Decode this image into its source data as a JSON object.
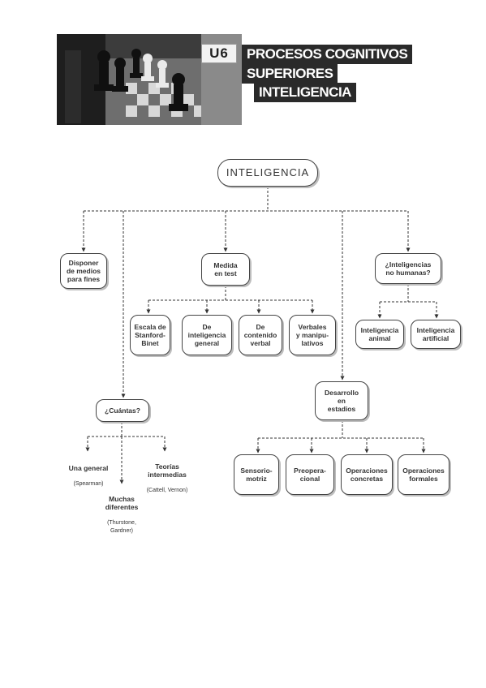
{
  "header": {
    "unit": "U6",
    "title_lines": [
      "PROCESOS COGNITIVOS",
      "SUPERIORES",
      "INTELIGENCIA"
    ]
  },
  "map": {
    "root": "INTELIGENCIA",
    "disponer": "Disponer\nde medios\npara fines",
    "medida": "Medida\nen test",
    "escala": "Escala de\nStanford-\nBinet",
    "general": "De\ninteligencia\ngeneral",
    "verbal": "De\ncontenido\nverbal",
    "manipulativos": "Verbales\ny manipu-\nlativos",
    "no_humanas": "¿Inteligencias\nno humanas?",
    "animal": "Inteligencia\nanimal",
    "artificial": "Inteligencia\nartificial",
    "cuantas": "¿Cuántas?",
    "desarrollo": "Desarrollo\nen\nestadios",
    "una_general": {
      "main": "Una general",
      "sub": "(Spearman)"
    },
    "muchas": {
      "main": "Muchas\ndiferentes",
      "sub": "(Thurstone,\nGardner)"
    },
    "intermedias": {
      "main": "Teorías\nintermedias",
      "sub": "(Cattell, Vernon)"
    },
    "sensorio": "Sensorio-\nmotriz",
    "preoperacional": "Preopera-\ncional",
    "concretas": "Operaciones\nconcretas",
    "formales": "Operaciones\nformales"
  }
}
